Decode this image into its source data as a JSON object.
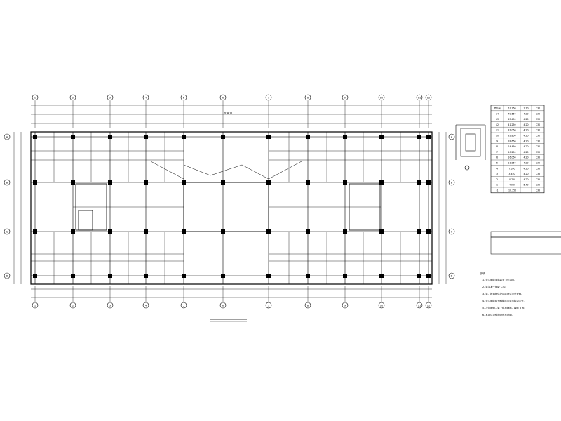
{
  "grid": {
    "columns": [
      "1",
      "2",
      "3",
      "4",
      "5",
      "6",
      "7",
      "8",
      "9",
      "10",
      "11",
      "12"
    ],
    "rows": [
      "A",
      "B",
      "C",
      "D"
    ]
  },
  "plan": {
    "overall_dim": "70800"
  },
  "floor_table": {
    "rows": [
      [
        "屋面层",
        "53.350",
        "3.70",
        "C30"
      ],
      [
        "14",
        "49.650",
        "4.20",
        "C30"
      ],
      [
        "13",
        "45.450",
        "4.20",
        "C30"
      ],
      [
        "12",
        "41.250",
        "4.20",
        "C30"
      ],
      [
        "11",
        "37.050",
        "4.20",
        "C30"
      ],
      [
        "10",
        "32.850",
        "4.20",
        "C30"
      ],
      [
        "9",
        "28.650",
        "4.20",
        "C30"
      ],
      [
        "8",
        "24.450",
        "4.20",
        "C30"
      ],
      [
        "7",
        "20.250",
        "4.20",
        "C30"
      ],
      [
        "6",
        "16.050",
        "4.20",
        "C35"
      ],
      [
        "5",
        "11.850",
        "4.20",
        "C35"
      ],
      [
        "4",
        "7.650",
        "4.20",
        "C35"
      ],
      [
        "3",
        "3.450",
        "4.20",
        "C35"
      ],
      [
        "2",
        "-0.750",
        "4.20",
        "C35"
      ],
      [
        "1",
        "-4.950",
        "5.40",
        "C35"
      ],
      [
        "-1",
        "-10.350",
        "",
        "C35"
      ]
    ]
  },
  "notes": {
    "title": "说明",
    "items": [
      "1. 未注明梁顶标高为 ±0.000.",
      "2. 梁混凝土等级 C30.",
      "3. 梁、板钢筋保护层厚度详见总说明.",
      "4. 未注明梁均为轴线居中或与柱边平齐.",
      "5. 次梁两侧主梁上附加箍筋，每侧 3 根.",
      "6. 其余详见结构设计总说明."
    ]
  }
}
